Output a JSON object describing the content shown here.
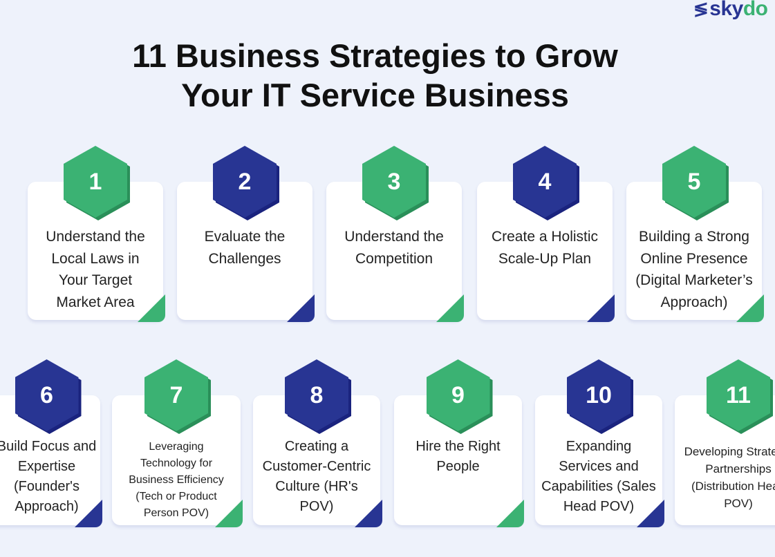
{
  "logo": {
    "mark": "≶",
    "sky": "sky",
    "do": "do"
  },
  "title": "11 Business Strategies to Grow\nYour IT Service Business",
  "colors": {
    "green": "#3bb273",
    "navy": "#283593",
    "background": "#eef2fb"
  },
  "strategies": [
    {
      "number": "1",
      "text": "Understand the\nLocal Laws in\nYour Target\nMarket Area",
      "color": "green"
    },
    {
      "number": "2",
      "text": "Evaluate the\nChallenges",
      "color": "navy"
    },
    {
      "number": "3",
      "text": "Understand the\nCompetition",
      "color": "green"
    },
    {
      "number": "4",
      "text": "Create a Holistic\nScale-Up Plan",
      "color": "navy"
    },
    {
      "number": "5",
      "text": "Building a Strong\nOnline Presence\n(Digital Marketer’s\nApproach)",
      "color": "green"
    },
    {
      "number": "6",
      "text": "Build Focus and\nExpertise\n(Founder's\nApproach)",
      "color": "navy"
    },
    {
      "number": "7",
      "text": "Leveraging\nTechnology for\nBusiness Efficiency\n(Tech or Product\nPerson POV)",
      "color": "green"
    },
    {
      "number": "8",
      "text": "Creating a\nCustomer-Centric\nCulture (HR's\nPOV)",
      "color": "navy"
    },
    {
      "number": "9",
      "text": "Hire the Right\nPeople",
      "color": "green"
    },
    {
      "number": "10",
      "text": "Expanding\nServices and\nCapabilities (Sales\nHead POV)",
      "color": "navy"
    },
    {
      "number": "11",
      "text": "Developing Strategic\nPartnerships\n(Distribution Head\nPOV)",
      "color": "green"
    }
  ]
}
